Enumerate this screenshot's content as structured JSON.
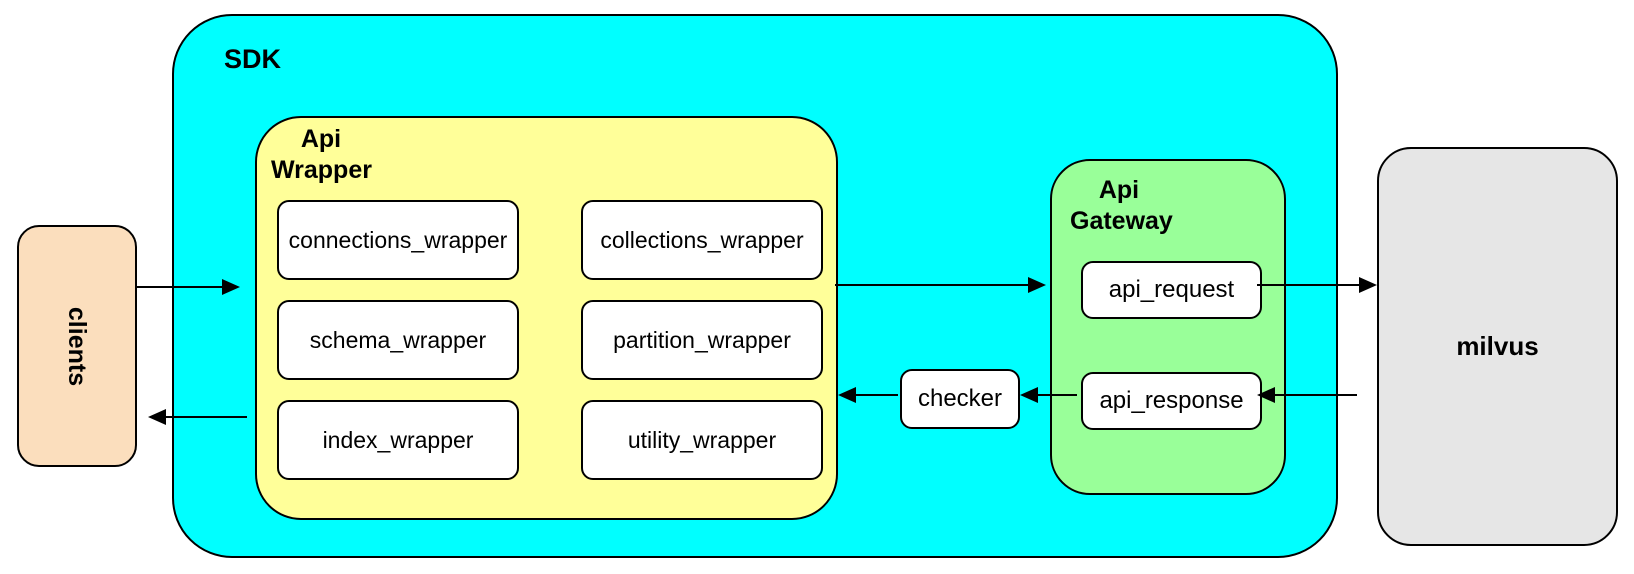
{
  "colors": {
    "sdkFill": "#00ffff",
    "wrapperFill": "#ffff99",
    "gatewayFill": "#99ff99",
    "clientsFill": "#fbdebd",
    "milvusFill": "#e6e6e6",
    "nodeFill": "#ffffff",
    "stroke": "#000000"
  },
  "nodes": {
    "clients": "clients",
    "checker": "checker",
    "milvus": "milvus"
  },
  "containers": {
    "sdk": {
      "label": "SDK"
    },
    "api_wrapper": {
      "label_line1": "Api",
      "label_line2": "Wrapper",
      "children": [
        "connections_wrapper",
        "collections_wrapper",
        "schema_wrapper",
        "partition_wrapper",
        "index_wrapper",
        "utility_wrapper"
      ]
    },
    "api_gateway": {
      "label_line1": "Api",
      "label_line2": "Gateway",
      "children": [
        "api_request",
        "api_response"
      ]
    }
  },
  "edges": [
    {
      "from": "clients",
      "to": "api_wrapper",
      "direction": "right"
    },
    {
      "from": "api_wrapper",
      "to": "clients",
      "direction": "left"
    },
    {
      "from": "api_wrapper",
      "to": "api_request",
      "direction": "right"
    },
    {
      "from": "api_request",
      "to": "milvus",
      "direction": "right"
    },
    {
      "from": "milvus",
      "to": "api_response",
      "direction": "left"
    },
    {
      "from": "api_response",
      "to": "checker",
      "direction": "left"
    },
    {
      "from": "checker",
      "to": "api_wrapper",
      "direction": "left"
    }
  ]
}
